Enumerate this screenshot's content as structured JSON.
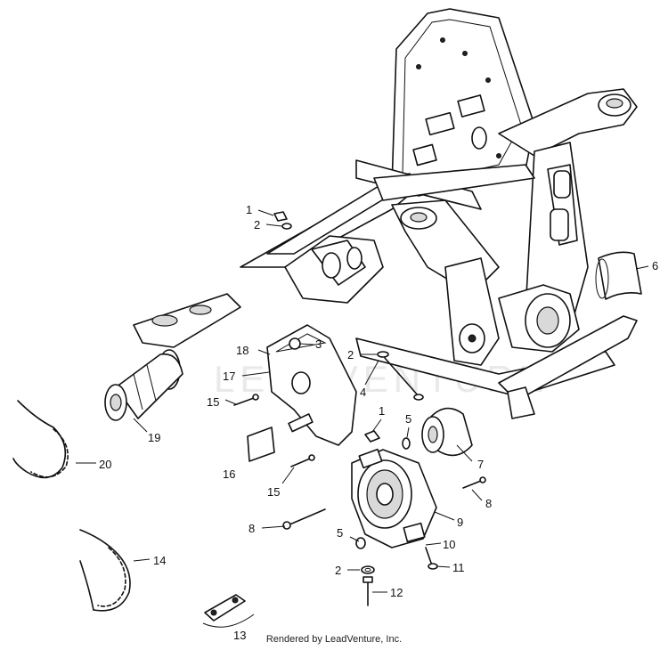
{
  "watermark": "LEADVENTURE",
  "footer": "Rendered by LeadVenture, Inc.",
  "callouts": {
    "c1a": "1",
    "c2a": "2",
    "c3": "3",
    "c2b": "2",
    "c4": "4",
    "c18": "18",
    "c17": "17",
    "c15a": "15",
    "c16": "16",
    "c15b": "15",
    "c1b": "1",
    "c5a": "5",
    "c6": "6",
    "c7": "7",
    "c8a": "8",
    "c8b": "8",
    "c9": "9",
    "c5b": "5",
    "c10": "10",
    "c2c": "2",
    "c11": "11",
    "c12": "12",
    "c19": "19",
    "c20": "20",
    "c14": "14",
    "c13": "13"
  }
}
